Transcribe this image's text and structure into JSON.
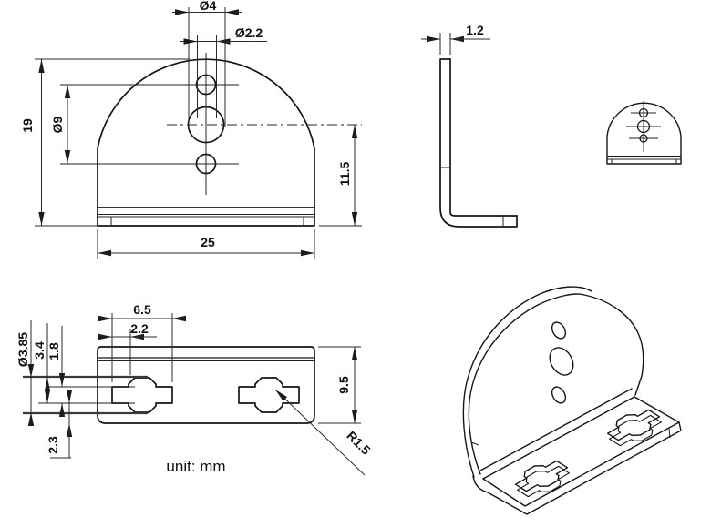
{
  "drawing": {
    "unit_note": "unit: mm",
    "front_view": {
      "dia_center_hole": "Ø4",
      "dia_small_holes": "Ø2.2",
      "overall_height": "19",
      "hole_spacing_dia": "Ø9",
      "center_height": "11.5",
      "overall_width": "25"
    },
    "side_view": {
      "thickness": "1.2"
    },
    "base_view": {
      "slot_length": "6.5",
      "slot_tab_length": "2.2",
      "slot_circle_dia": "Ø3.85",
      "slot_overall_width": "3.4",
      "slot_narrow_width": "1.8",
      "edge_distance": "2.3",
      "base_depth": "9.5",
      "corner_radius": "R1.5"
    }
  }
}
